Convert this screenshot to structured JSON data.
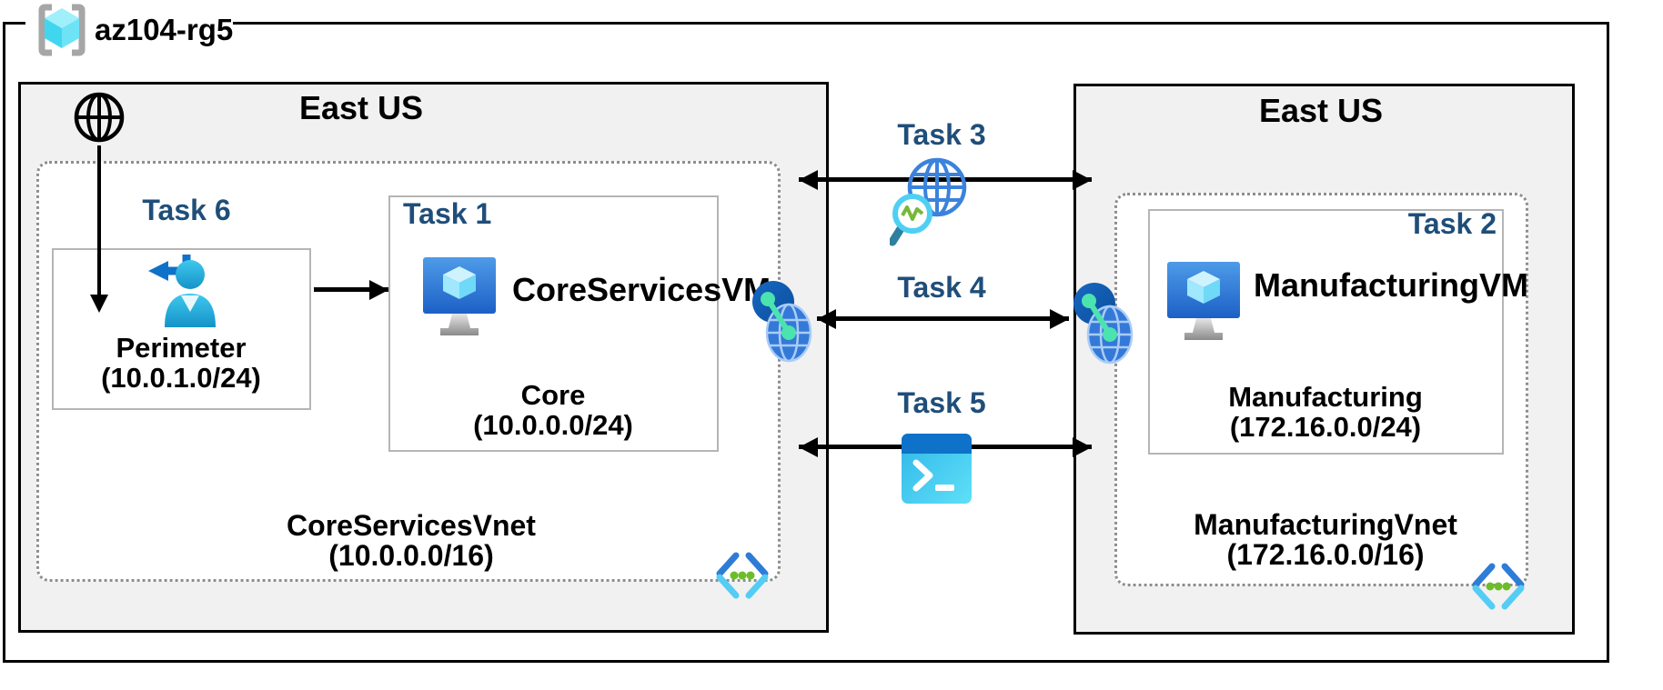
{
  "resource_group": {
    "name": "az104-rg5"
  },
  "left_region": {
    "name": "East US",
    "vnet_name": "CoreServicesVnet",
    "vnet_cidr": "(10.0.0.0/16)",
    "perimeter_task": "Task 6",
    "perimeter_name": "Perimeter",
    "perimeter_cidr": "(10.0.1.0/24)",
    "core_task": "Task 1",
    "core_vm": "CoreServicesVM",
    "core_name": "Core",
    "core_cidr": "(10.0.0.0/24)"
  },
  "right_region": {
    "name": "East US",
    "vnet_name": "ManufacturingVnet",
    "vnet_cidr": "(172.16.0.0/16)",
    "mfg_task": "Task 2",
    "mfg_vm": "ManufacturingVM",
    "mfg_name": "Manufacturing",
    "mfg_cidr": "(172.16.0.0/24)"
  },
  "connections": {
    "task3_label": "Task 3",
    "task4_label": "Task 4",
    "task5_label": "Task 5"
  },
  "icons": {
    "resource_group": "resource-group-brackets-cube",
    "internet": "globe-outline",
    "perimeter_user": "user-with-sign-in-arrow",
    "virtual_machine": "azure-vm-monitor-cube",
    "virtual_network": "angle-brackets-green-dots",
    "network_watcher": "wireframe-globe-magnifier-pulse",
    "vnet_peering": "globe-linked-dots",
    "cloud_shell": "terminal-prompt-window"
  },
  "colors": {
    "task_label": "#1F4E79",
    "region_fill": "#F1F1F1",
    "frame_border": "#000000",
    "subnet_border": "#B5B5B5",
    "dotted_border": "#8E8E8E",
    "azure_blue": "#2E7CD6",
    "light_cyan": "#54CDF4",
    "green_dots": "#6CBE28",
    "mint_link": "#4BE3AE",
    "rg_cube_cyan": "#41D6F0"
  }
}
